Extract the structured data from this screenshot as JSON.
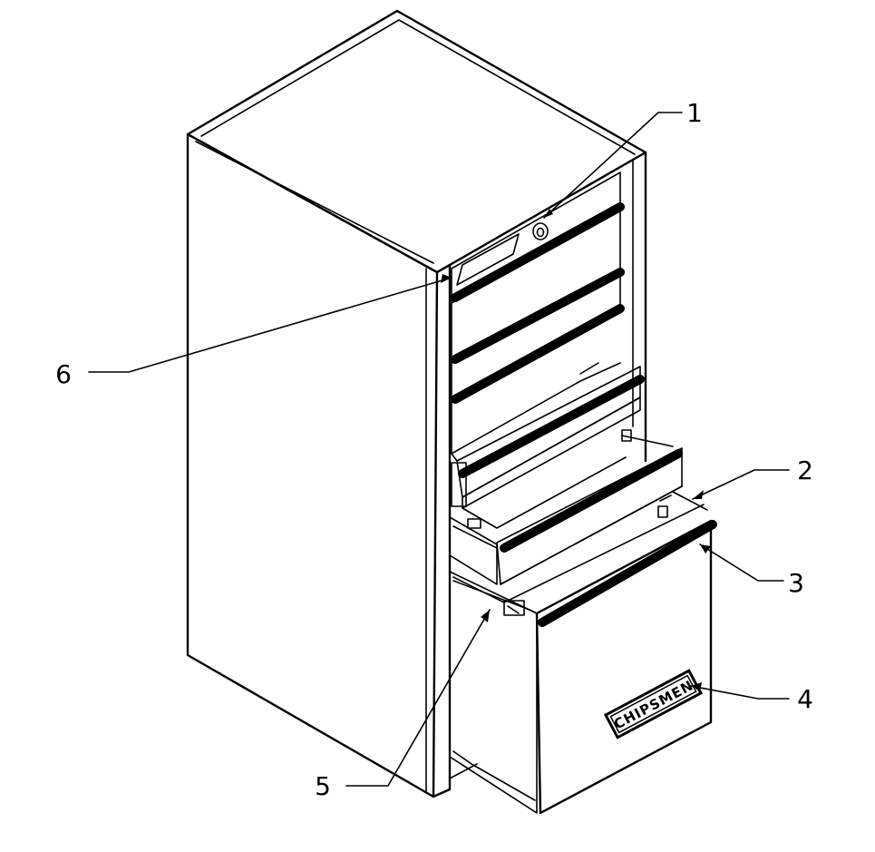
{
  "drawing": {
    "subject": "cabinet-with-drawers",
    "line_color": "#000000",
    "background": "#ffffff"
  },
  "callouts": [
    {
      "id": "1",
      "label": "1"
    },
    {
      "id": "2",
      "label": "2"
    },
    {
      "id": "3",
      "label": "3"
    },
    {
      "id": "4",
      "label": "4"
    },
    {
      "id": "5",
      "label": "5"
    },
    {
      "id": "6",
      "label": "6"
    }
  ],
  "badge": {
    "text": "CHIPSMEN"
  }
}
